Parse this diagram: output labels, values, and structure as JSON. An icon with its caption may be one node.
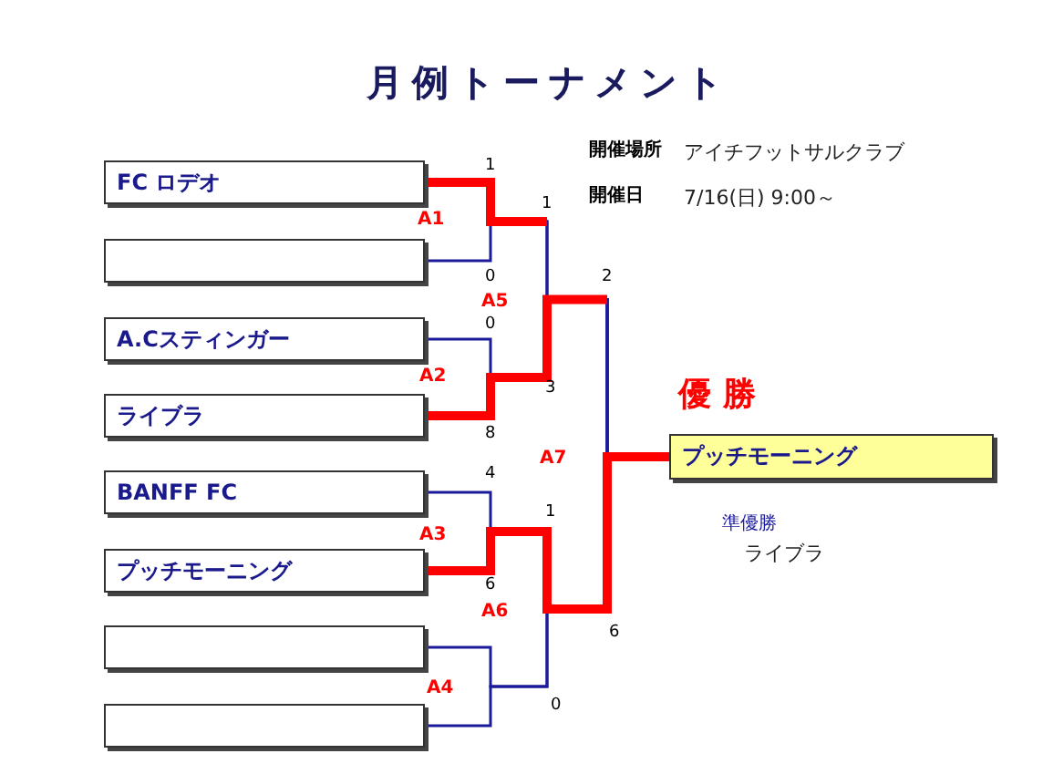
{
  "diagram": {
    "title": "月例トーナメント",
    "nodes": [
      {
        "text": [
          "FC ロデオ"
        ]
      },
      {
        "text": [],
        "shape": "box"
      },
      {
        "text": [
          "A.Cスティンガー"
        ]
      },
      {
        "text": [
          "ライブラ"
        ]
      },
      {
        "text": [
          "BANFF FC"
        ]
      },
      {
        "text": [
          "プッチモーニング"
        ]
      },
      {
        "text": [],
        "shape": "box"
      },
      {
        "text": [],
        "shape": "box"
      },
      {
        "text": [
          "プッチモーニング"
        ],
        "beside": [
          "優 勝"
        ]
      }
    ],
    "edges": [
      {
        "from": 0,
        "to": 8,
        "arrow": "none"
      },
      {
        "from": 1,
        "to": 8,
        "arrow": "none"
      },
      {
        "from": 2,
        "to": 8,
        "arrow": "none"
      },
      {
        "from": 3,
        "to": 8,
        "arrow": "none"
      },
      {
        "from": 4,
        "to": 8,
        "arrow": "none"
      },
      {
        "from": 5,
        "to": 8,
        "arrow": "none",
        "style": "thick",
        "color": "#ff0000"
      },
      {
        "from": 6,
        "to": 8,
        "arrow": "none"
      },
      {
        "from": 7,
        "to": 8,
        "arrow": "none"
      }
    ],
    "labels": [
      "開催場所",
      "アイチフットサルクラブ",
      "開催日",
      "7/16(日) 9:00～",
      "1",
      "1",
      "A1",
      "0",
      "2",
      "A5",
      "0",
      "A2",
      "3",
      "8",
      "A7",
      "4",
      "1",
      "A3",
      "6",
      "A6",
      "6",
      "A4",
      "0",
      "準優勝",
      "ライブラ"
    ]
  }
}
